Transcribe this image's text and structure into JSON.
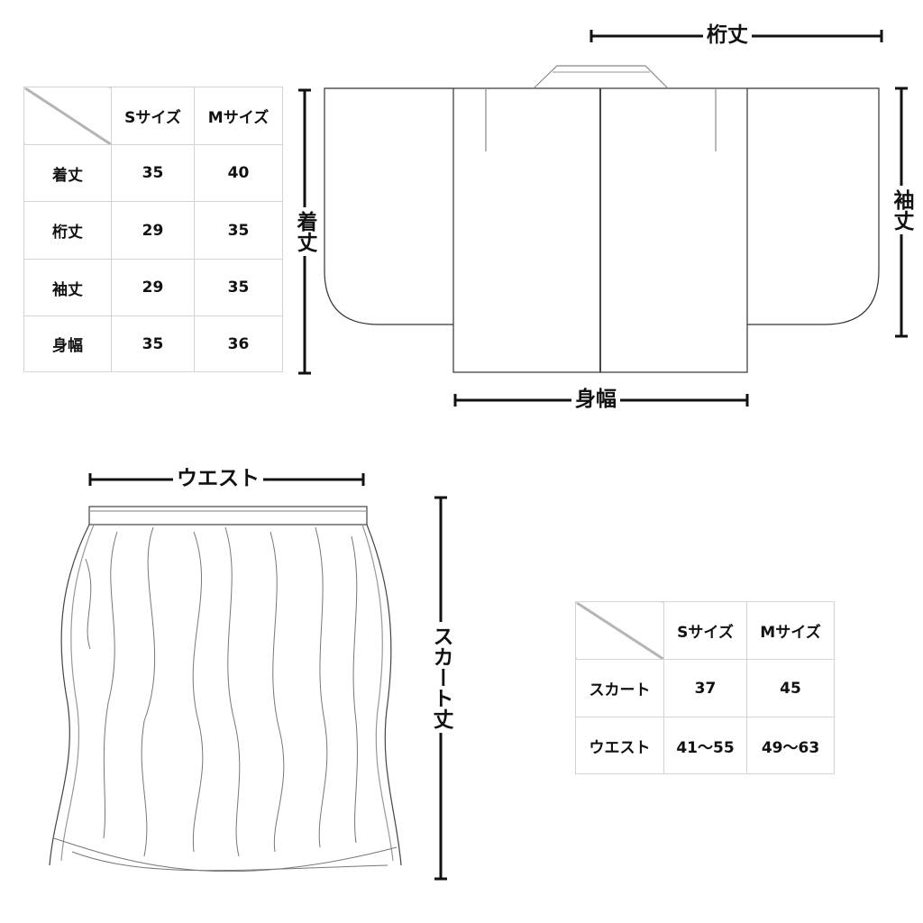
{
  "jacket": {
    "dimensions": {
      "sleeve_span": "桁丈",
      "length": "着丈",
      "sleeve_length": "袖丈",
      "body_width": "身幅"
    },
    "table": {
      "headers": [
        "Sサイズ",
        "Mサイズ"
      ],
      "rows": [
        {
          "label": "着丈",
          "s": "35",
          "m": "40"
        },
        {
          "label": "桁丈",
          "s": "29",
          "m": "35"
        },
        {
          "label": "袖丈",
          "s": "29",
          "m": "35"
        },
        {
          "label": "身幅",
          "s": "35",
          "m": "36"
        }
      ]
    }
  },
  "skirt": {
    "dimensions": {
      "waist": "ウエスト",
      "length": "スカート丈"
    },
    "table": {
      "headers": [
        "Sサイズ",
        "Mサイズ"
      ],
      "rows": [
        {
          "label": "スカート",
          "s": "37",
          "m": "45"
        },
        {
          "label": "ウエスト",
          "s": "41～55",
          "m": "49～63"
        }
      ]
    }
  }
}
